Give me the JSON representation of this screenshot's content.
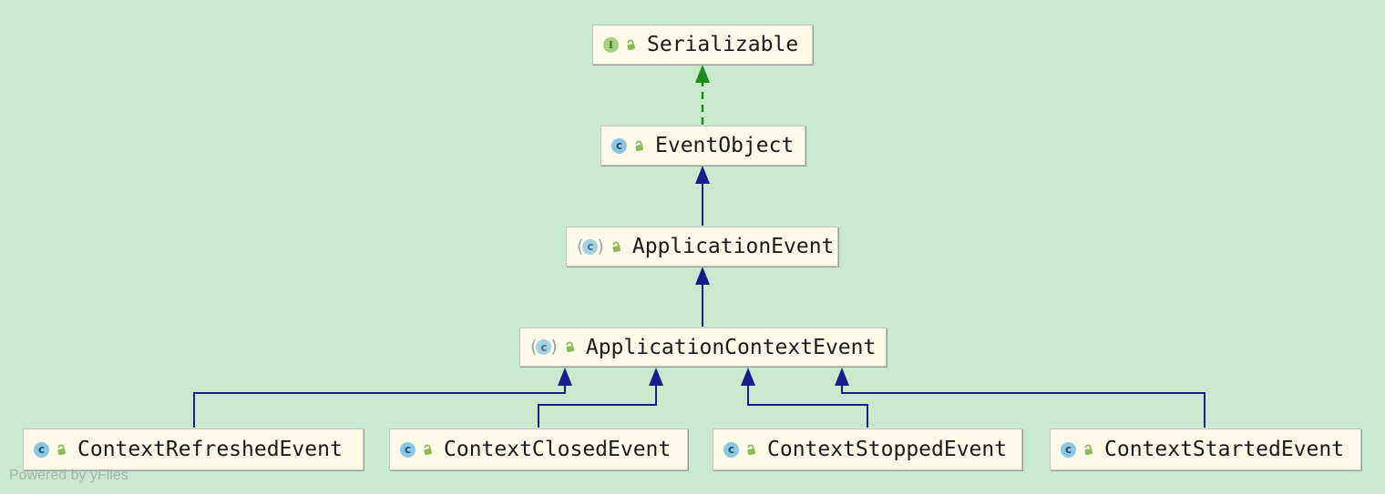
{
  "diagram": {
    "type": "uml-class-inheritance",
    "watermark": "Powered by yFiles"
  },
  "colors": {
    "canvas_bg": "#c8e9cb",
    "node_bg": "#fdfae8",
    "node_border": "#c6c6be",
    "node_shadow": "#9b9b9b",
    "edge_extends": "#141e8c",
    "edge_implements": "#1e8b1e",
    "class_icon_bg": "#8bc7e2",
    "class_icon_fg": "#27536b",
    "interface_icon_bg": "#a9cf86",
    "interface_icon_fg": "#3f7722",
    "abstract_paren": "#9aa0a6",
    "lock_icon": "#8cba5a",
    "label_color": "#1a1a1a",
    "watermark_color": "#a9b0b5"
  },
  "icons": {
    "class_glyph": "c",
    "interface_glyph": "I",
    "abstract_paren_open": "(",
    "abstract_paren_close": ")"
  },
  "nodes": [
    {
      "id": "serializable",
      "label": "Serializable",
      "kind": "interface",
      "visibility": "public"
    },
    {
      "id": "event-object",
      "label": "EventObject",
      "kind": "class",
      "visibility": "public"
    },
    {
      "id": "application-event",
      "label": "ApplicationEvent",
      "kind": "abstract-class",
      "visibility": "public"
    },
    {
      "id": "application-context-event",
      "label": "ApplicationContextEvent",
      "kind": "abstract-class",
      "visibility": "public"
    },
    {
      "id": "context-refreshed-event",
      "label": "ContextRefreshedEvent",
      "kind": "class",
      "visibility": "public"
    },
    {
      "id": "context-closed-event",
      "label": "ContextClosedEvent",
      "kind": "class",
      "visibility": "public"
    },
    {
      "id": "context-stopped-event",
      "label": "ContextStoppedEvent",
      "kind": "class",
      "visibility": "public"
    },
    {
      "id": "context-started-event",
      "label": "ContextStartedEvent",
      "kind": "class",
      "visibility": "public"
    }
  ],
  "edges": [
    {
      "from": "EventObject",
      "to": "Serializable",
      "relation": "implements"
    },
    {
      "from": "ApplicationEvent",
      "to": "EventObject",
      "relation": "extends"
    },
    {
      "from": "ApplicationContextEvent",
      "to": "ApplicationEvent",
      "relation": "extends"
    },
    {
      "from": "ContextRefreshedEvent",
      "to": "ApplicationContextEvent",
      "relation": "extends"
    },
    {
      "from": "ContextClosedEvent",
      "to": "ApplicationContextEvent",
      "relation": "extends"
    },
    {
      "from": "ContextStoppedEvent",
      "to": "ApplicationContextEvent",
      "relation": "extends"
    },
    {
      "from": "ContextStartedEvent",
      "to": "ApplicationContextEvent",
      "relation": "extends"
    }
  ]
}
